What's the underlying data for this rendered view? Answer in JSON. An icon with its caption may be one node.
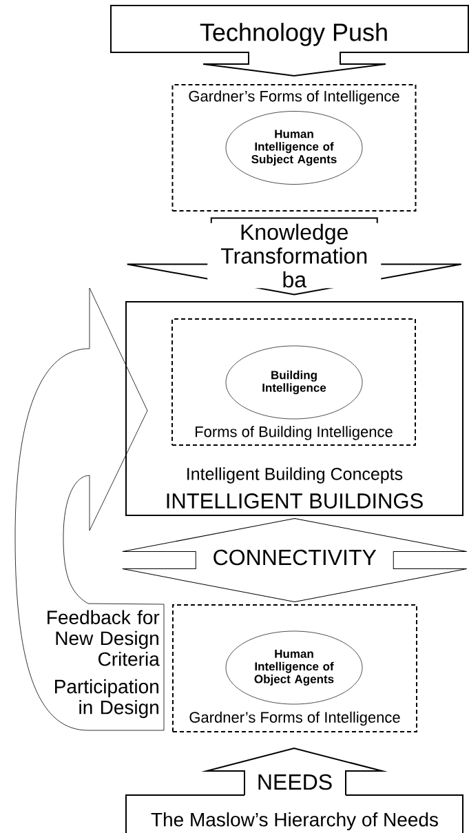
{
  "diagram": {
    "nodes": [
      {
        "text": [
          "Technology Push"
        ]
      },
      {
        "text": [
          "Gardner’s Forms of Intelligence"
        ]
      },
      {
        "text": [
          "Human Intelligence of Subject Agents"
        ],
        "in": 1
      },
      {
        "text": [
          "Intelligent Building Concepts",
          "INTELLIGENT BUILDINGS"
        ]
      },
      {
        "text": [
          "Forms of Building Intelligence"
        ],
        "in": 3
      },
      {
        "text": [
          "Building Intelligence"
        ],
        "in": 4
      },
      {
        "text": [
          "Gardner’s Forms of Intelligence"
        ]
      },
      {
        "text": [
          "Human Intelligence of Object Agents"
        ],
        "in": 6
      },
      {
        "text": [
          "Feedback for New Design Criteria",
          "Participation in Design"
        ]
      },
      {
        "text": [
          "NEEDS"
        ]
      },
      {
        "text": [
          "The Maslow’s Hierarchy of Needs"
        ]
      }
    ],
    "edges": [
      {
        "from": 1,
        "to": 3,
        "arrow": "to",
        "label": "Knowledge Transformation ba",
        "style": "thick"
      },
      {
        "from": 3,
        "to": 6,
        "arrow": "both",
        "label": "CONNECTIVITY"
      }
    ]
  }
}
